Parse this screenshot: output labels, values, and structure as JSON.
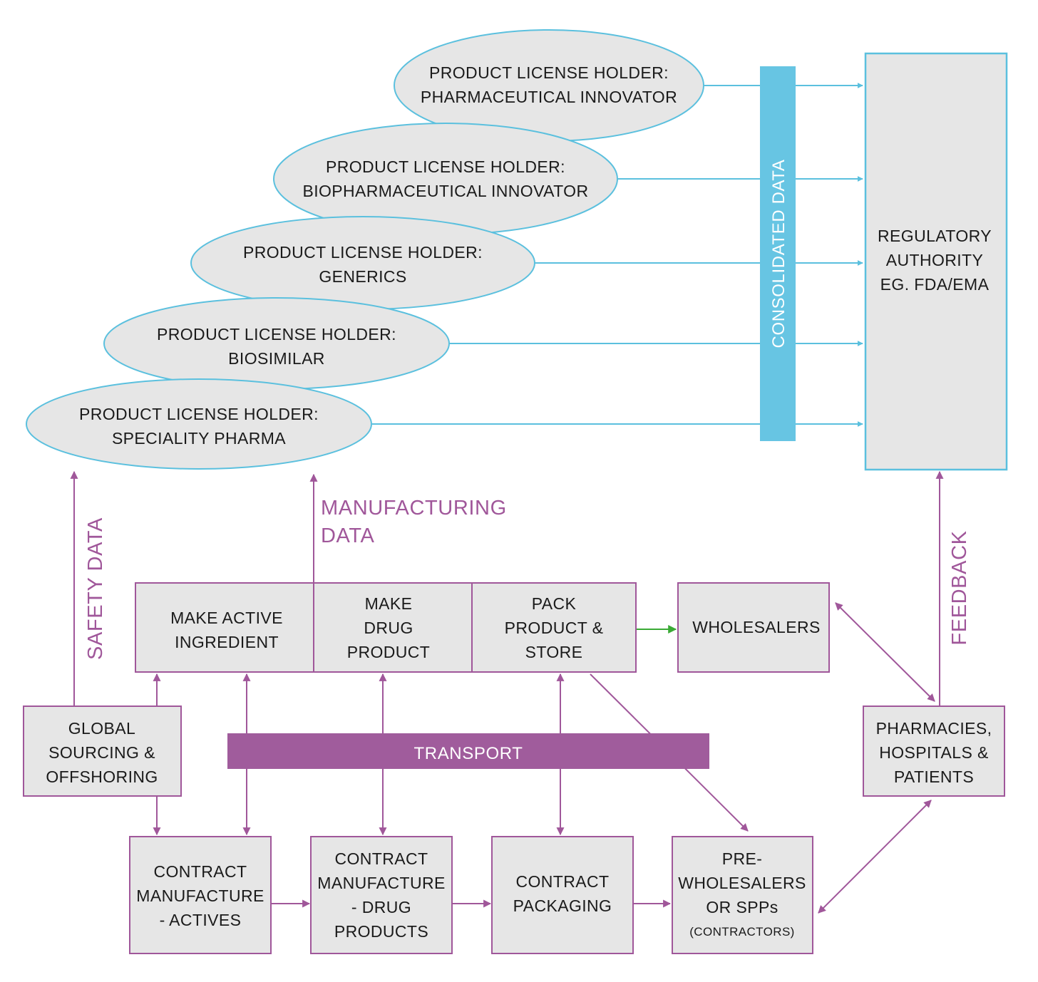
{
  "license_holders": [
    {
      "line1": "PRODUCT LICENSE HOLDER:",
      "line2": "PHARMACEUTICAL INNOVATOR"
    },
    {
      "line1": "PRODUCT LICENSE HOLDER:",
      "line2": "BIOPHARMACEUTICAL INNOVATOR"
    },
    {
      "line1": "PRODUCT LICENSE HOLDER:",
      "line2": "GENERICS"
    },
    {
      "line1": "PRODUCT LICENSE HOLDER:",
      "line2": "BIOSIMILAR"
    },
    {
      "line1": "PRODUCT LICENSE HOLDER:",
      "line2": "SPECIALITY PHARMA"
    }
  ],
  "consolidated_label": "CONSOLIDATED DATA",
  "regulator": {
    "line1": "REGULATORY",
    "line2": "AUTHORITY",
    "line3": "EG. FDA/EMA"
  },
  "safety_label": "SAFETY DATA",
  "manufacturing_label": {
    "line1": "MANUFACTURING",
    "line2": "DATA"
  },
  "feedback_label": "FEEDBACK",
  "process": {
    "active": {
      "line1": "MAKE ACTIVE",
      "line2": "INGREDIENT"
    },
    "drug": {
      "line1": "MAKE",
      "line2": "DRUG",
      "line3": "PRODUCT"
    },
    "pack": {
      "line1": "PACK",
      "line2": "PRODUCT &",
      "line3": "STORE"
    }
  },
  "wholesalers": "WHOLESALERS",
  "transport": "TRANSPORT",
  "global_sourcing": {
    "line1": "GLOBAL",
    "line2": "SOURCING &",
    "line3": "OFFSHORING"
  },
  "pharmacies": {
    "line1": "PHARMACIES,",
    "line2": "HOSPITALS &",
    "line3": "PATIENTS"
  },
  "contract_actives": {
    "line1": "CONTRACT",
    "line2": "MANUFACTURE",
    "line3": "- ACTIVES"
  },
  "contract_drug": {
    "line1": "CONTRACT",
    "line2": "MANUFACTURE",
    "line3": "- DRUG",
    "line4": "PRODUCTS"
  },
  "contract_packaging": {
    "line1": "CONTRACT",
    "line2": "PACKAGING"
  },
  "pre_wholesalers": {
    "line1": "PRE-",
    "line2": "WHOLESALERS",
    "line3": "OR SPPs",
    "line4": "(CONTRACTORS)"
  },
  "colors": {
    "blue": "#5bc0de",
    "blue_bar": "#67c5e3",
    "purple": "#a0579a",
    "purple_bar": "#a05c9c",
    "box_fill": "#e6e6e6",
    "green": "#3aaa35"
  }
}
